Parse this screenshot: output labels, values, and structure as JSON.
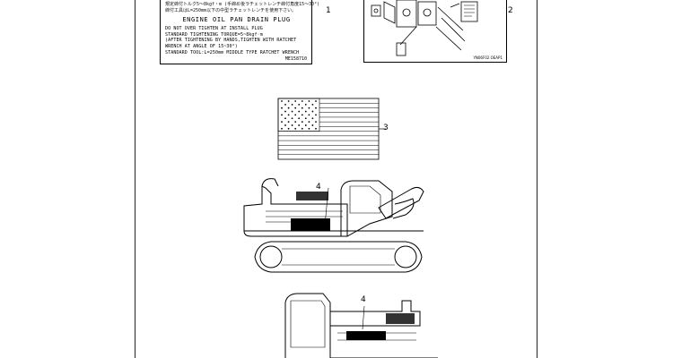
{
  "oil_plug_decal": {
    "jp_lines": [
      "規定締付トルク5～8kgf・m (手締め後ラチェットレンチ締付角度15～30°)",
      "締付工具はL=250mm以下の中型ラチェットレンチを使用下さい。"
    ],
    "title": "ENGINE OIL PAN DRAIN PLUG",
    "lines": [
      "DO NOT OVER TIGHTEN AT INSTALL PLUG",
      "STANDARD TIGHTENING TORQUE=5~8kgf·m",
      "(AFTER TIGHTENING BY HANDS,TIGHTEN WITH RATCHET",
      "WRENCH AT ANGLE OF 15~30°)",
      "STANDARD TOOL:L=250mm MIDDLE TYPE RATCHET WRENCH"
    ],
    "part_number": "ME158710"
  },
  "callouts": {
    "decal": "1",
    "diagram": "2",
    "flag": "3",
    "side_view": "4",
    "front_view": "4"
  },
  "diagram": {
    "code": "YN06F02 OEAP1"
  }
}
